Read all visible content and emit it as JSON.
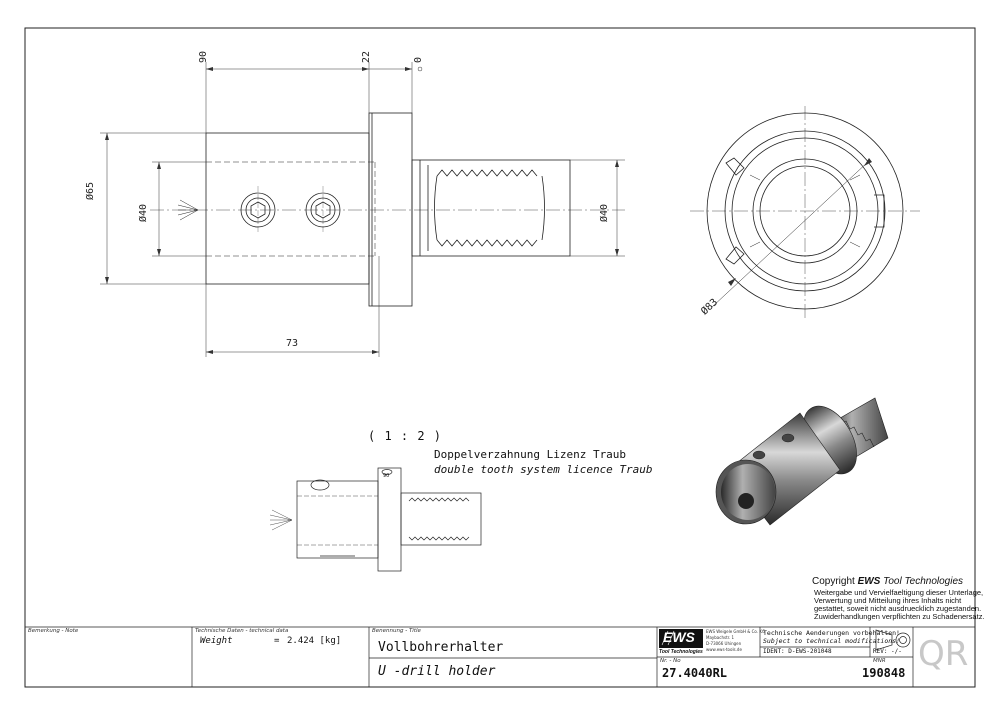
{
  "drawing": {
    "dims_front": {
      "d65": "Ø65",
      "d40_left": "Ø40",
      "d40_right": "Ø40",
      "len73": "73",
      "top90": "90",
      "top22": "22",
      "top0": "0"
    },
    "dim_side": "Ø83",
    "scale": "( 1 : 2 )",
    "note_de": "Doppelverzahnung Lizenz Traub",
    "note_en": "double tooth system licence Traub",
    "small_id": "90"
  },
  "copyright": {
    "title_prefix": "Copyright ",
    "title_brand": "EWS",
    "title_suffix": " Tool Technologies",
    "lines": [
      "Weitergabe und Vervielfaeltigung dieser Unterlage,",
      "Verwertung und Mitteilung ihres Inhalts nicht",
      "gestattet, soweit nicht ausdruecklich zugestanden.",
      "Zuwiderhandlungen verpflichten zu Schadenersatz."
    ]
  },
  "title_block": {
    "note_label": "Bemerkung - Note",
    "tech_label": "Technische Daten - technical data",
    "weight_label": "Weight",
    "weight_eq": "=",
    "weight_value": "2.424 [kg]",
    "name_label": "Benennung - Title",
    "title_de": "Vollbohrerhalter",
    "title_en": "U -drill holder",
    "logo": "EWS",
    "logo_sub": "Tool Technologies",
    "company_lines": [
      "EWS Weigele GmbH & Co. KG",
      "Maybachstr. 1",
      "D-73066 Uhingen",
      "www.ews-tools.de"
    ],
    "changes_de": "Technische Aenderungen vorbehalten!",
    "changes_en": "Subject to technical modifications!",
    "ident": "IDENT: D-EWS-201048",
    "rev": "REV: -/-",
    "nr_label": "Nr. - No",
    "part_no": "27.4040RL",
    "mnr_label": "MNR",
    "mnr": "190848",
    "qr": "QR"
  }
}
